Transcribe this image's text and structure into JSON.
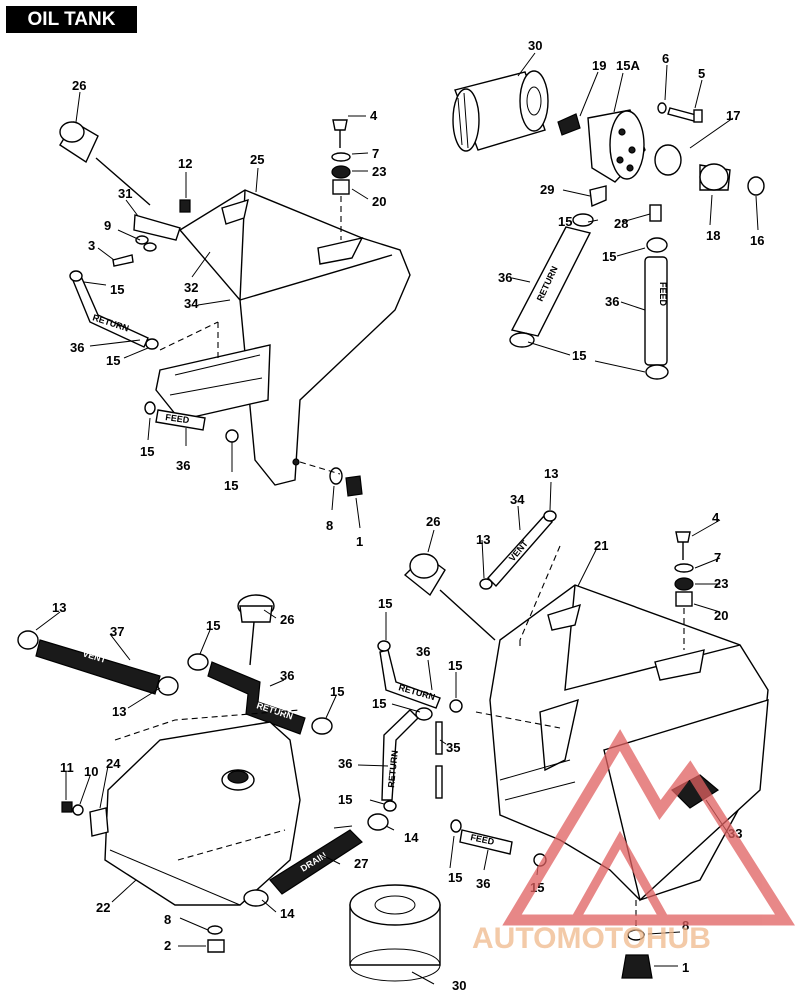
{
  "title": "OIL TANK",
  "callouts": {
    "c30a": "30",
    "c19": "19",
    "c15A": "15A",
    "c6": "6",
    "c5": "5",
    "c17": "17",
    "c29": "29",
    "c28": "28",
    "c15b": "15",
    "c18": "18",
    "c16": "16",
    "c36a": "36",
    "c15c": "15",
    "c36b": "36",
    "c15d": "15",
    "c26a": "26",
    "c12": "12",
    "c25": "25",
    "c4a": "4",
    "c7a": "7",
    "c23a": "23",
    "c20a": "20",
    "c31": "31",
    "c9": "9",
    "c3": "3",
    "c32": "32",
    "c34a": "34",
    "c15e": "15",
    "c36c": "36",
    "c15f": "15",
    "c15g": "15",
    "c36d": "36",
    "c15h": "15",
    "c8a": "8",
    "c1a": "1",
    "c13a": "13",
    "c34b": "34",
    "c13b": "13",
    "c26b": "26",
    "c21": "21",
    "c4b": "4",
    "c7b": "7",
    "c23b": "23",
    "c20b": "20",
    "c13c": "13",
    "c37": "37",
    "c15i": "15",
    "c26c": "26",
    "c36e": "36",
    "c15j": "15",
    "c13d": "13",
    "c15k": "15",
    "c36f": "36",
    "c15l": "15",
    "c15m": "15",
    "c35": "35",
    "c36g": "36",
    "c11": "11",
    "c10": "10",
    "c24": "24",
    "c15n": "15",
    "c14a": "14",
    "c27": "27",
    "c22": "22",
    "c14b": "14",
    "c8b": "8",
    "c2": "2",
    "c30b": "30",
    "c33": "33",
    "c15o": "15",
    "c36h": "36",
    "c15p": "15",
    "c8c": "8",
    "c1b": "1"
  },
  "hose_labels": {
    "return_a": "RETURN",
    "feed_a": "FEED",
    "return_b": "RETURN",
    "feed_b": "FEED",
    "vent_a": "VENT",
    "vent_b": "VENT",
    "return_c": "RETURN",
    "return_d": "RETURN",
    "return_e": "RETURN",
    "drain": "DRAIN",
    "feed_c": "FEED"
  },
  "watermark": {
    "text": "AUTOMOTOHUB",
    "color_a": "#f0b98c",
    "color_b": "#c8c8c8",
    "triangle_color": "#e06060"
  }
}
